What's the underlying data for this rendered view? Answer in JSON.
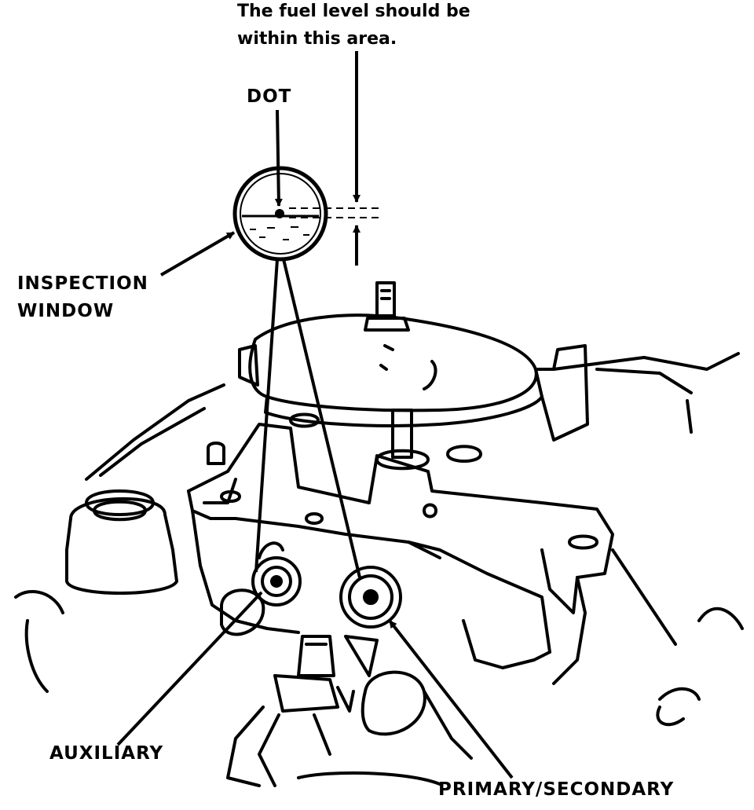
{
  "labels": {
    "fuel_note_line1": "The fuel level should be",
    "fuel_note_line2": "within this area.",
    "dot": "DOT",
    "inspection_line1": "INSPECTION",
    "inspection_line2": "WINDOW",
    "auxiliary": "AUXILIARY",
    "primary_secondary": "PRIMARY/SECONDARY"
  },
  "colors": {
    "ink": "#000000",
    "paper": "#ffffff"
  }
}
